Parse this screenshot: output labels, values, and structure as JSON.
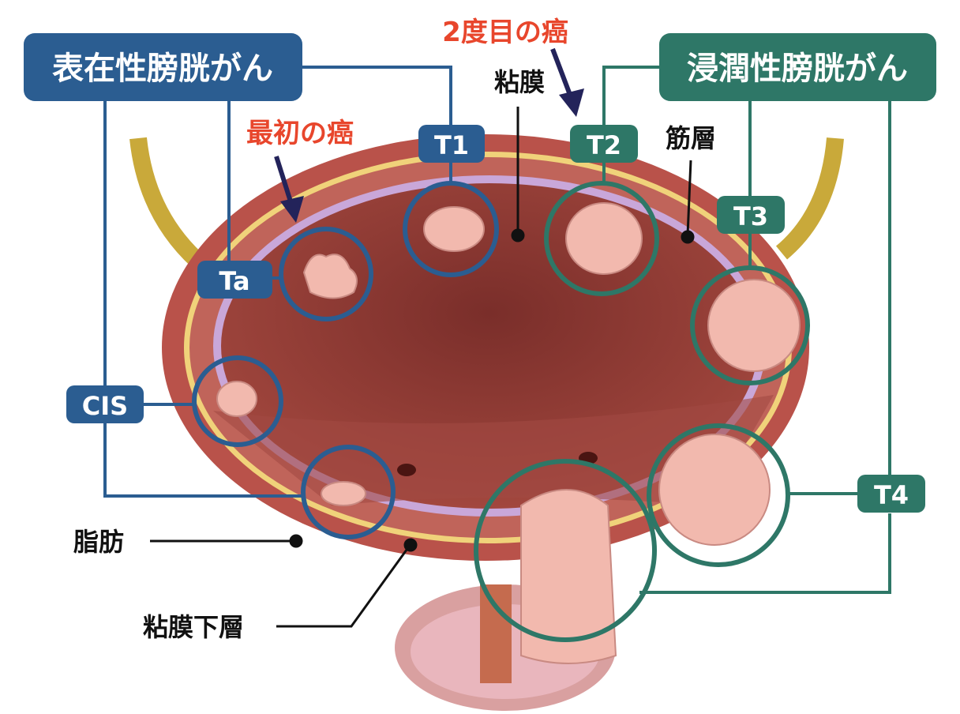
{
  "title_superficial": "表在性膀胱がん",
  "title_invasive": "浸潤性膀胱がん",
  "annotations": {
    "first_cancer": "最初の癌",
    "second_cancer": "2度目の癌"
  },
  "stages": {
    "ta": "Ta",
    "t1": "T1",
    "cis": "CIS",
    "t2": "T2",
    "t3": "T3",
    "t4": "T4"
  },
  "layers": {
    "mucosa": "粘膜",
    "muscle": "筋層",
    "fat": "脂肪",
    "submucosa": "粘膜下層"
  },
  "colors": {
    "superficial": "#2b5d91",
    "invasive": "#2e7767",
    "annotation": "#e8462c",
    "arrow": "#23235a"
  }
}
